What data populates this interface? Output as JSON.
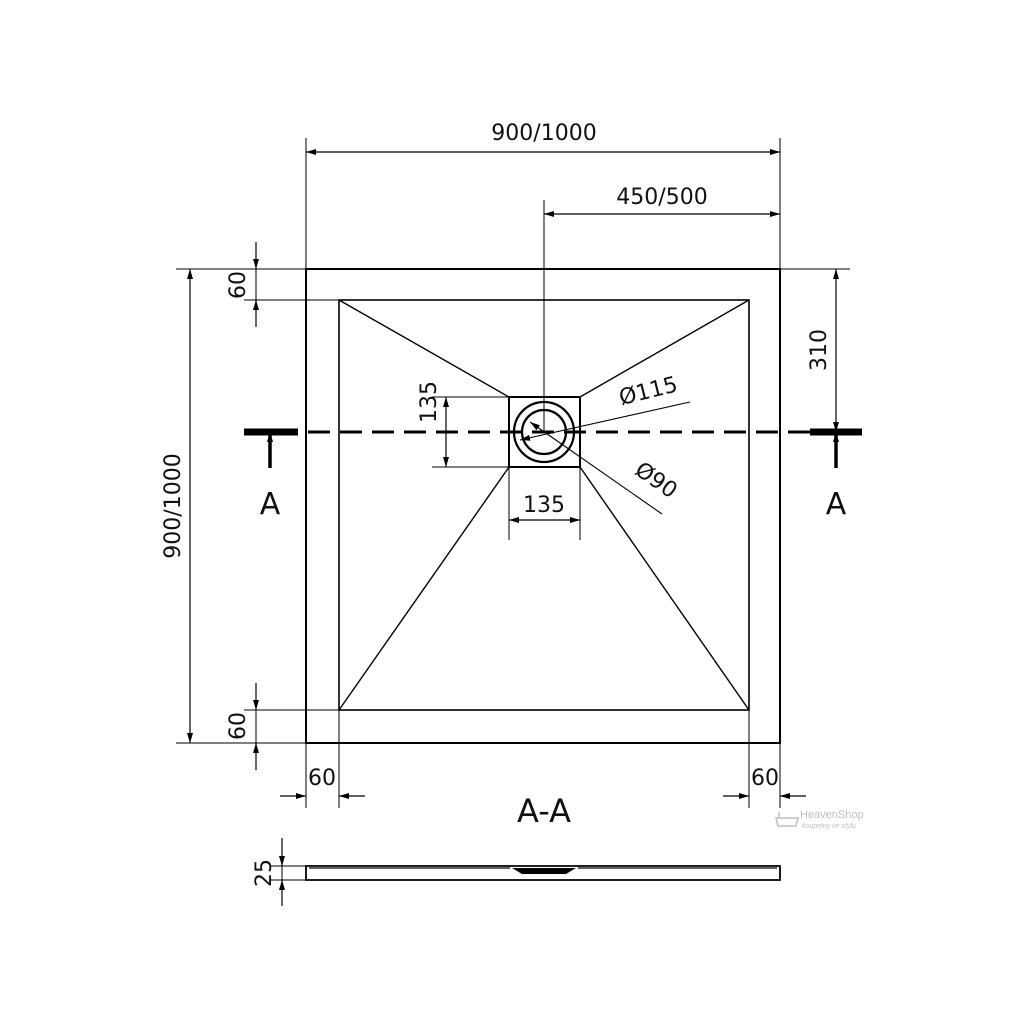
{
  "dimensions": {
    "overall_width": "900/1000",
    "half_width": "450/500",
    "overall_height": "900/1000",
    "rim_top": "60",
    "rim_bottom": "60",
    "rim_left": "60",
    "rim_right": "60",
    "drain_offset": "310",
    "drain_square_height": "135",
    "drain_square_width": "135",
    "drain_outer_diameter": "Ø115",
    "drain_inner_diameter": "Ø90",
    "thickness": "25"
  },
  "section": {
    "marker_left": "A",
    "marker_right": "A",
    "title": "A-A"
  },
  "watermark": {
    "brand": "HeavenShop",
    "tagline": "koupelny ve stylu"
  }
}
